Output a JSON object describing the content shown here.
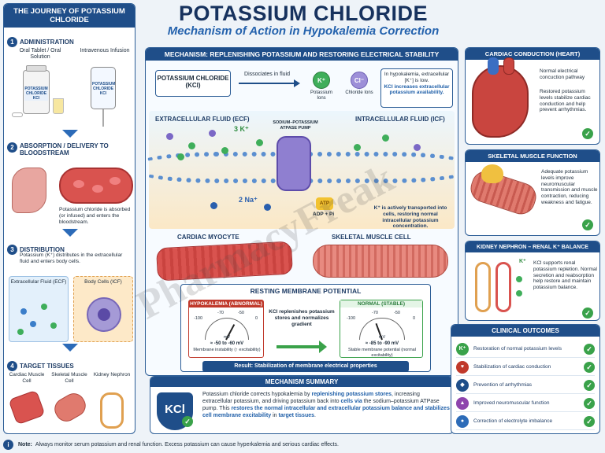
{
  "title": "POTASSIUM CHLORIDE",
  "subtitle": "Mechanism of Action in Hypokalemia Correction",
  "journey": {
    "title": "THE JOURNEY OF POTASSIUM CHLORIDE",
    "steps": [
      {
        "num": "1",
        "title": "ADMINISTRATION"
      },
      {
        "num": "2",
        "title": "ABSORPTION / DELIVERY TO BLOODSTREAM"
      },
      {
        "num": "3",
        "title": "DISTRIBUTION"
      },
      {
        "num": "4",
        "title": "TARGET TISSUES"
      }
    ],
    "oral_label": "Oral Tablet / Oral Solution",
    "iv_label": "Intravenous Infusion",
    "bottle_label": "POTASSIUM CHLORIDE KCl",
    "bag_label": "POTASSIUM CHLORIDE KCl",
    "absorption_text": "Potassium chloride is absorbed (or infused) and enters the bloodstream.",
    "distribution_text": "Potassium (K⁺) distributes in the extracellular fluid and enters body cells.",
    "ecf_label": "Extracellular Fluid (ECF)",
    "icf_label": "Body Cells (ICF)",
    "targets": [
      "Cardiac Muscle Cell",
      "Skeletal Muscle Cell",
      "Kidney Nephron"
    ]
  },
  "mechanism": {
    "header": "MECHANISM: REPLENISHING POTASSIUM AND RESTORING ELECTRICAL STABILITY",
    "kcl_box": "POTASSIUM CHLORIDE (KCl)",
    "dissociates": "Dissociates in fluid",
    "k_ion": "K⁺",
    "k_label": "Potassium Ions",
    "cl_ion": "Cl⁻",
    "cl_label": "Chloride Ions",
    "hypo_note_1": "In hypokalemia, extracellular [K⁺] is low.",
    "hypo_note_2": "KCl increases extracellular potassium availability.",
    "ecf": "EXTRACELLULAR FLUID (ECF)",
    "icf": "INTRACELLULAR FLUID (ICF)",
    "pump": "SODIUM–POTASSIUM ATPASE PUMP",
    "k3": "3 K⁺",
    "na2": "2 Na⁺",
    "atp": "ATP",
    "adp": "ADP + Pi",
    "transport_text": "K⁺ is actively transported into cells, restoring normal intracellular potassium concentration.",
    "cardiac_myocyte": "CARDIAC MYOCYTE",
    "skeletal_cell": "SKELETAL MUSCLE CELL"
  },
  "rmp": {
    "title": "RESTING MEMBRANE POTENTIAL",
    "hypo_label": "HYPOKALEMIA (ABNORMAL)",
    "hypo_range": "≈ -50 to -60 mV",
    "hypo_desc": "Membrane instability (↑ excitability)",
    "normal_label": "NORMAL",
    "normal_tag": "(STABLE)",
    "normal_range": "≈ -85 to -90 mV",
    "normal_desc": "Stable membrane potential (normal excitability)",
    "middle_text": "KCl replenishes potassium stores and normalizes gradient",
    "ticks": [
      "-100",
      "-70",
      "-50",
      "0"
    ],
    "unit": "mV",
    "result": "Result: Stabilization of membrane electrical properties"
  },
  "summary": {
    "header": "MECHANISM SUMMARY",
    "shield": "KCl",
    "text_1": "Potassium chloride corrects hypokalemia by ",
    "text_2": "replenishing potassium stores",
    "text_3": ", increasing extracellular potassium, and driving potassium back into ",
    "text_4": "cells via",
    "text_5": " the sodium–potassium ATPase pump. This ",
    "text_6": "restores the normal intracellular and extracellular potassium balance and stabilizes cell membrane excitability",
    "text_7": " in ",
    "text_8": "target tissues",
    "text_9": "."
  },
  "right": {
    "cardiac": {
      "header": "CARDIAC CONDUCTION (HEART)",
      "pathway": "Normal electrical concuction pathway",
      "text": "Restored potassium levels stabilize cardiac conduction and help prevent arrhythmias."
    },
    "skeletal": {
      "header": "SKELETAL MUSCLE FUNCTION",
      "text": "Adequate potassium levels improve neuromuscular transmission and muscle contraction, reducing weakness and fatigue."
    },
    "kidney": {
      "header": "KIDNEY NEPHRON – RENAL K⁺ BALANCE",
      "k": "K⁺",
      "text": "KCl supports renal potassium repletion. Normal secretion and reabsorption help restore and maintain potassium balance."
    },
    "outcomes": {
      "header": "CLINICAL OUTCOMES",
      "items": [
        {
          "icon": "K⁺",
          "label": "Restoration of normal potassium levels"
        },
        {
          "icon": "♥",
          "label": "Stabilization of cardiac conduction"
        },
        {
          "icon": "◆",
          "label": "Prevention of arrhythmias"
        },
        {
          "icon": "▲",
          "label": "Improved neuromuscular function"
        },
        {
          "icon": "●",
          "label": "Correction of electrolyte imbalance"
        }
      ]
    }
  },
  "footer": {
    "icon": "i",
    "label": "Note:",
    "text": "Always monitor serum potassium and renal function.  Excess potassium can cause hyperkalemia and serious cardiac effects."
  },
  "watermark": "PharmacyFreak",
  "colors": {
    "navy": "#1f4e89",
    "green": "#3aa24a",
    "red": "#c0392b",
    "ion_green": "#2e9e4f",
    "ion_purple": "#7b68c6"
  }
}
